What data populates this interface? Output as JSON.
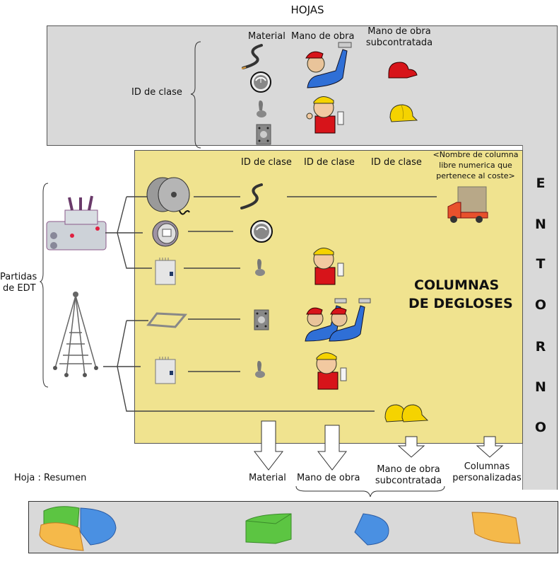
{
  "title": "HOJAS",
  "sheets_section": {
    "headers": [
      "Material",
      "Mano de obra",
      "Mano de obra subcontratada"
    ],
    "header_material": "Material",
    "header_labor": "Mano de obra",
    "header_sub_line1": "Mano de obra",
    "header_sub_line2": "subcontratada",
    "class_id_label": "ID de clase",
    "icons": {
      "material": [
        "cable-icon",
        "gauge-icon",
        "toggle-switch-icon",
        "mounting-plate-icon"
      ],
      "labor": [
        "mechanic-worker-icon",
        "foreman-worker-icon"
      ],
      "subcontracted": [
        "red-cap-icon",
        "yellow-hardhat-icon"
      ]
    }
  },
  "breakdown_section": {
    "col_headers": [
      "ID de clase",
      "ID de clase",
      "ID de clase"
    ],
    "custom_col_header_lines": [
      "<Nombre de columna",
      "libre numerica que",
      "pertenece al coste>"
    ],
    "title_line1": "COLUMNAS",
    "title_line2": "DE DEGLOSES",
    "wbs_label_line1": "Partidas",
    "wbs_label_line2": "de EDT",
    "wbs_items": [
      {
        "icon": "transformer-icon",
        "children": [
          "cable-reel-icon",
          "electric-meter-icon",
          "electrical-box-icon"
        ]
      },
      {
        "icon": "transmission-tower-icon",
        "children": [
          "frame-outline-icon",
          "electrical-box-icon",
          "two-hardhats-icon"
        ]
      }
    ]
  },
  "entorno": [
    "E",
    "N",
    "T",
    "O",
    "R",
    "N",
    "O"
  ],
  "outputs": {
    "material": "Material",
    "labor": "Mano de obra",
    "subcontracted_line1": "Mano de obra",
    "subcontracted_line2": "subcontratada",
    "custom_line1": "Columnas",
    "custom_line2": "personalizadas"
  },
  "summary": {
    "label": "Hoja :  Resumen",
    "slices": [
      {
        "name": "Material",
        "color": "#5cc542"
      },
      {
        "name": "Mano de obra",
        "color": "#4a90e2"
      },
      {
        "name": "Columnas personalizadas",
        "color": "#f5b94a"
      }
    ]
  },
  "colors": {
    "yellow_panel": "#f0e38f",
    "grey_panel": "#d9d9d9",
    "green": "#5cc542",
    "blue": "#4a90e2",
    "orange": "#f5b94a"
  }
}
